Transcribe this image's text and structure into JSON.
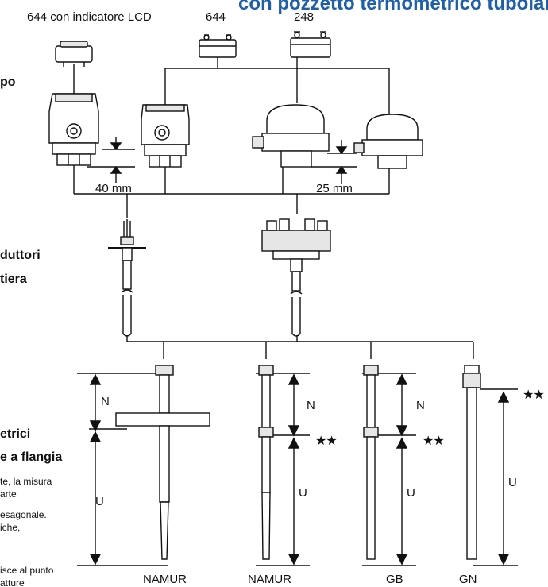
{
  "header": {
    "title_fragment": "con pozzetto termometrico tubolare",
    "model_labels": [
      "644 con indicatore LCD",
      "644",
      "248"
    ]
  },
  "sections": {
    "housing_cut": "po",
    "leads_line1": "duttori",
    "leads_line2": "tiera",
    "wells_line1": "etrici",
    "wells_line2": "e a flangia"
  },
  "spacing": {
    "left": "40 mm",
    "right": "25 mm"
  },
  "note_lines": [
    "te, la misura",
    "arte",
    "esagonale.",
    "iche,",
    "isce al punto",
    "atture"
  ],
  "wells": [
    {
      "label": "NAMUR",
      "n": "N",
      "u": "U",
      "stars": ""
    },
    {
      "label": "NAMUR",
      "n": "N",
      "u": "U",
      "stars": "★★"
    },
    {
      "label": "GB",
      "n": "N",
      "u": "U",
      "stars": "★★"
    },
    {
      "label": "GN",
      "n": "",
      "u": "U",
      "stars": "★★"
    }
  ],
  "colors": {
    "header": "#1f5fa8",
    "line": "#111111",
    "fill": "#ffffff",
    "shade": "#e6e6e6"
  }
}
